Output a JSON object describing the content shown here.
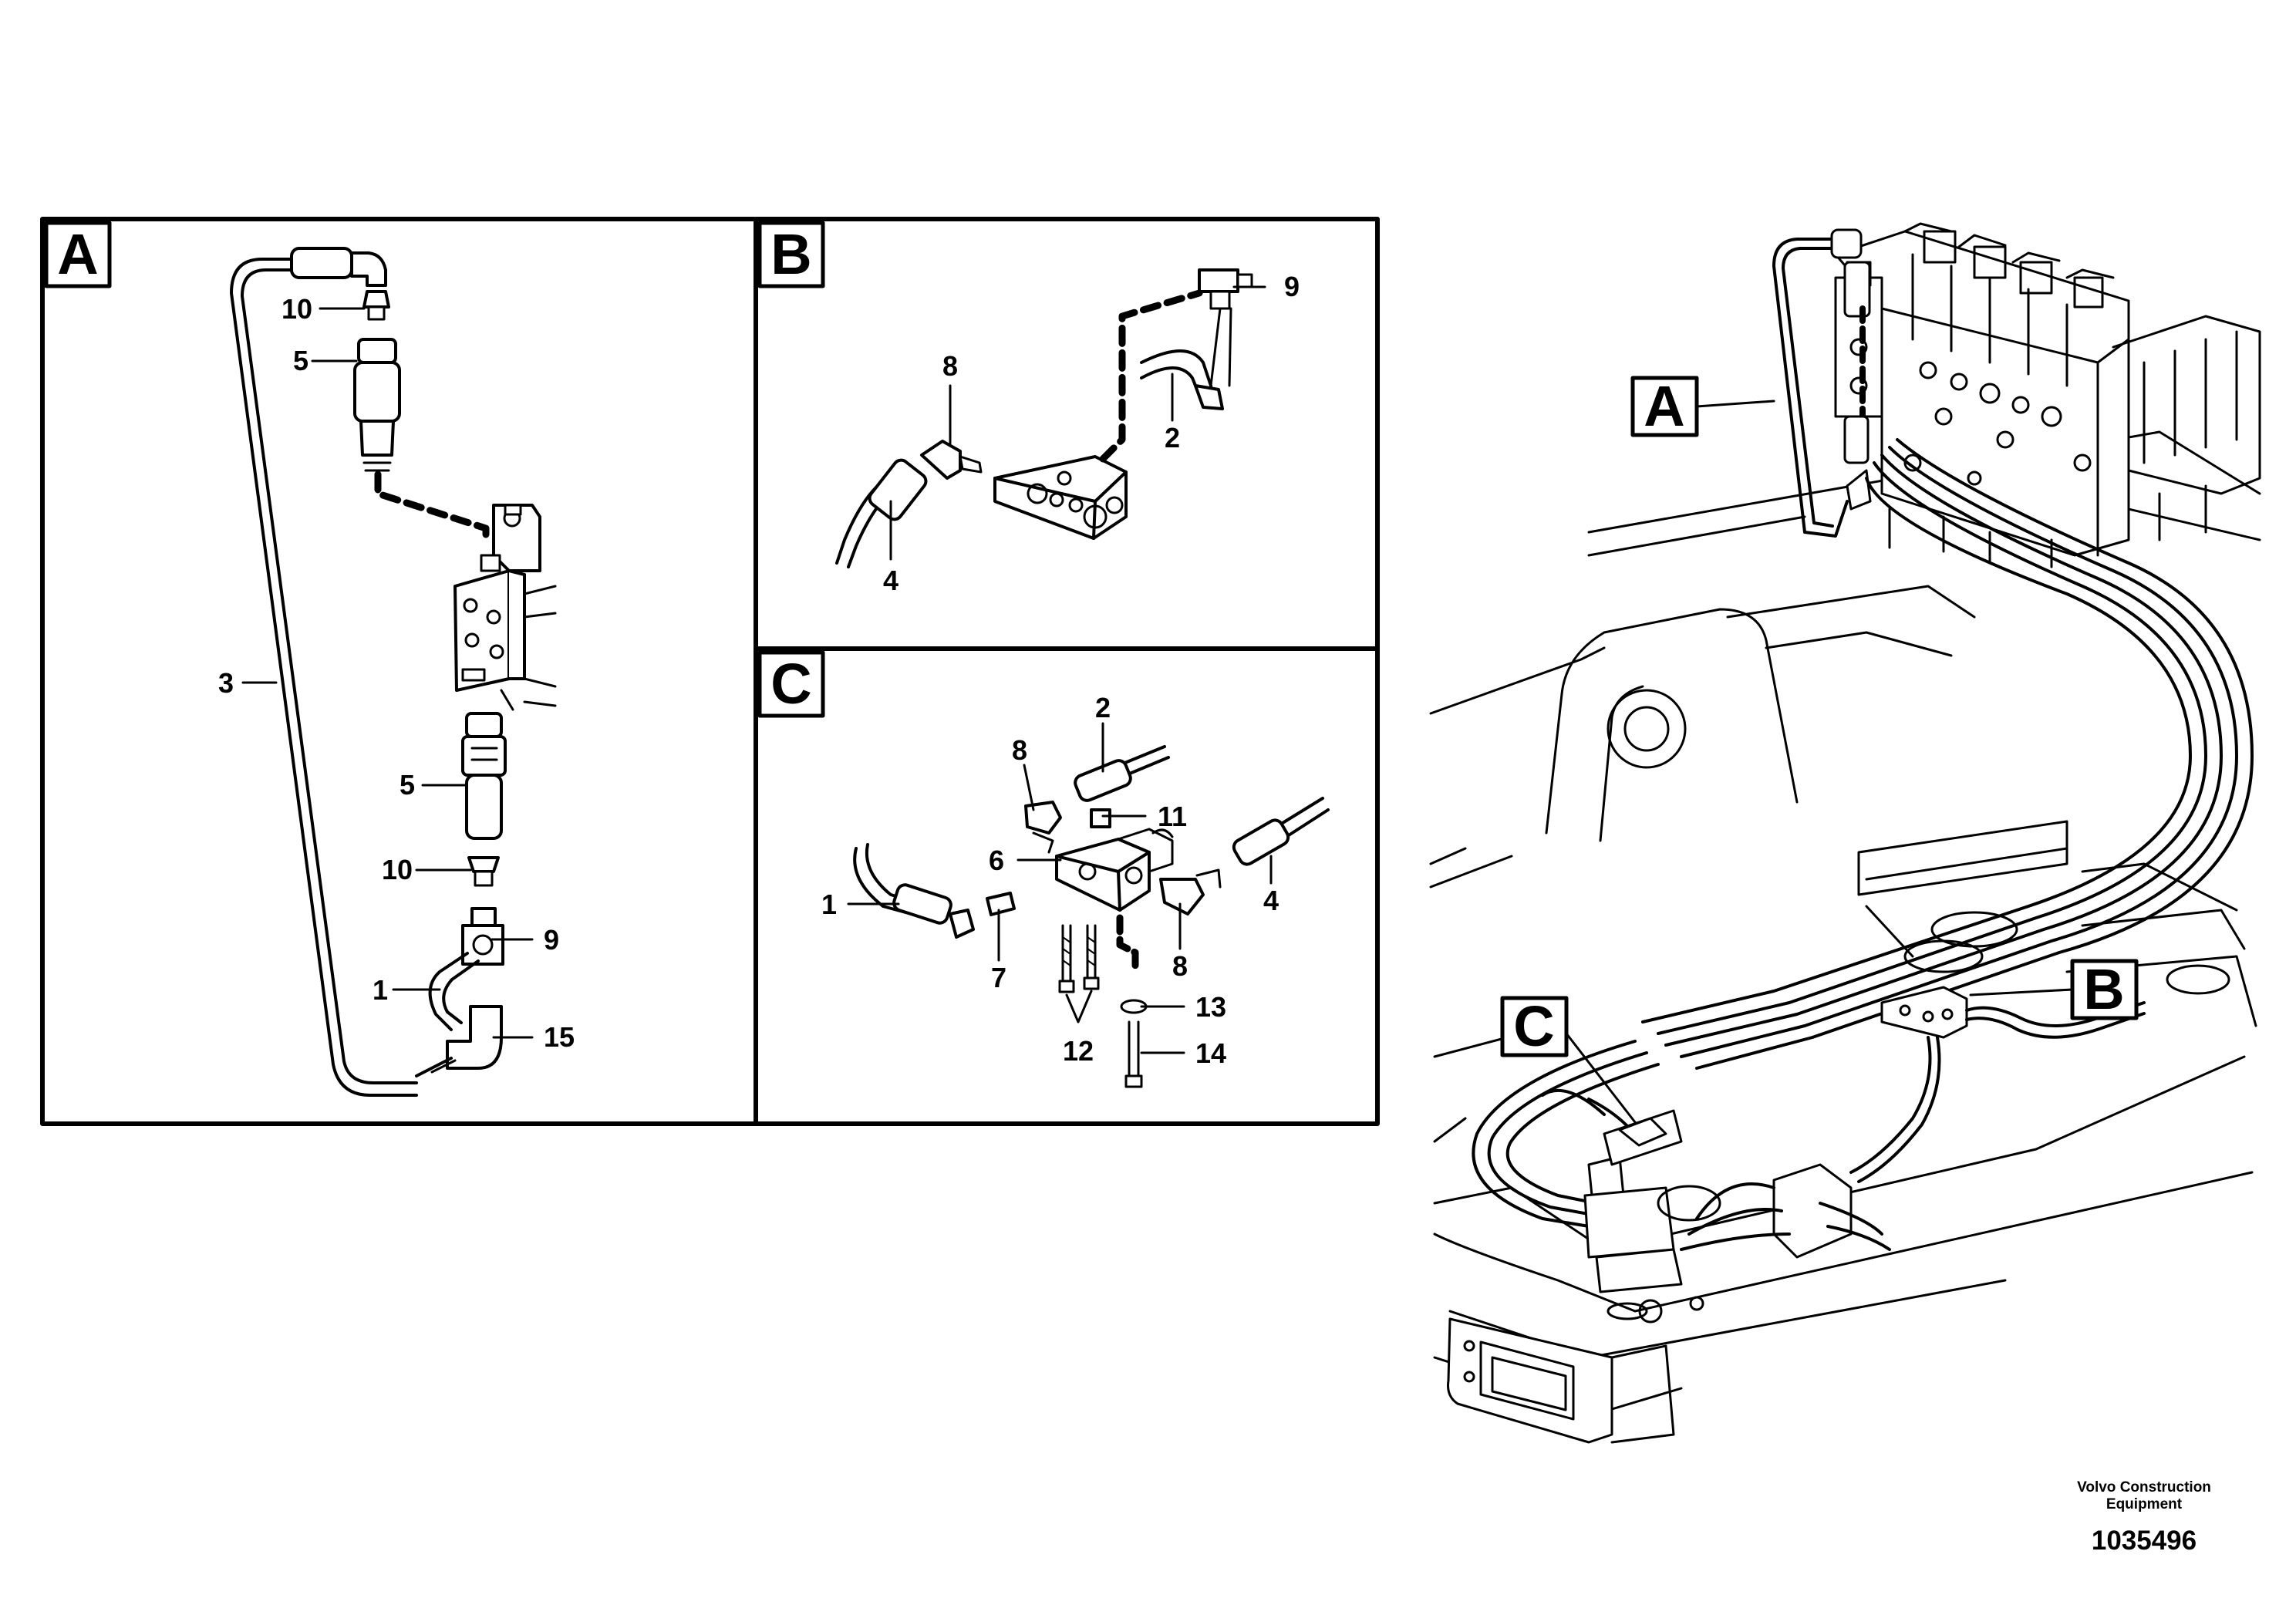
{
  "panels": {
    "A": {
      "letter": "A"
    },
    "B": {
      "letter": "B"
    },
    "C": {
      "letter": "C"
    }
  },
  "overview_tags": {
    "A": "A",
    "B": "B",
    "C": "C"
  },
  "callouts": {
    "A": [
      "10",
      "5",
      "3",
      "5",
      "10",
      "9",
      "1",
      "15"
    ],
    "B": [
      "9",
      "8",
      "2",
      "4"
    ],
    "C": [
      "2",
      "8",
      "11",
      "6",
      "4",
      "1",
      "7",
      "8",
      "13",
      "12",
      "14"
    ]
  },
  "footer": {
    "brand_line1": "Volvo Construction",
    "brand_line2": "Equipment",
    "doc_number": "1035496"
  },
  "colors": {
    "ink": "#000000",
    "paper": "#ffffff"
  }
}
